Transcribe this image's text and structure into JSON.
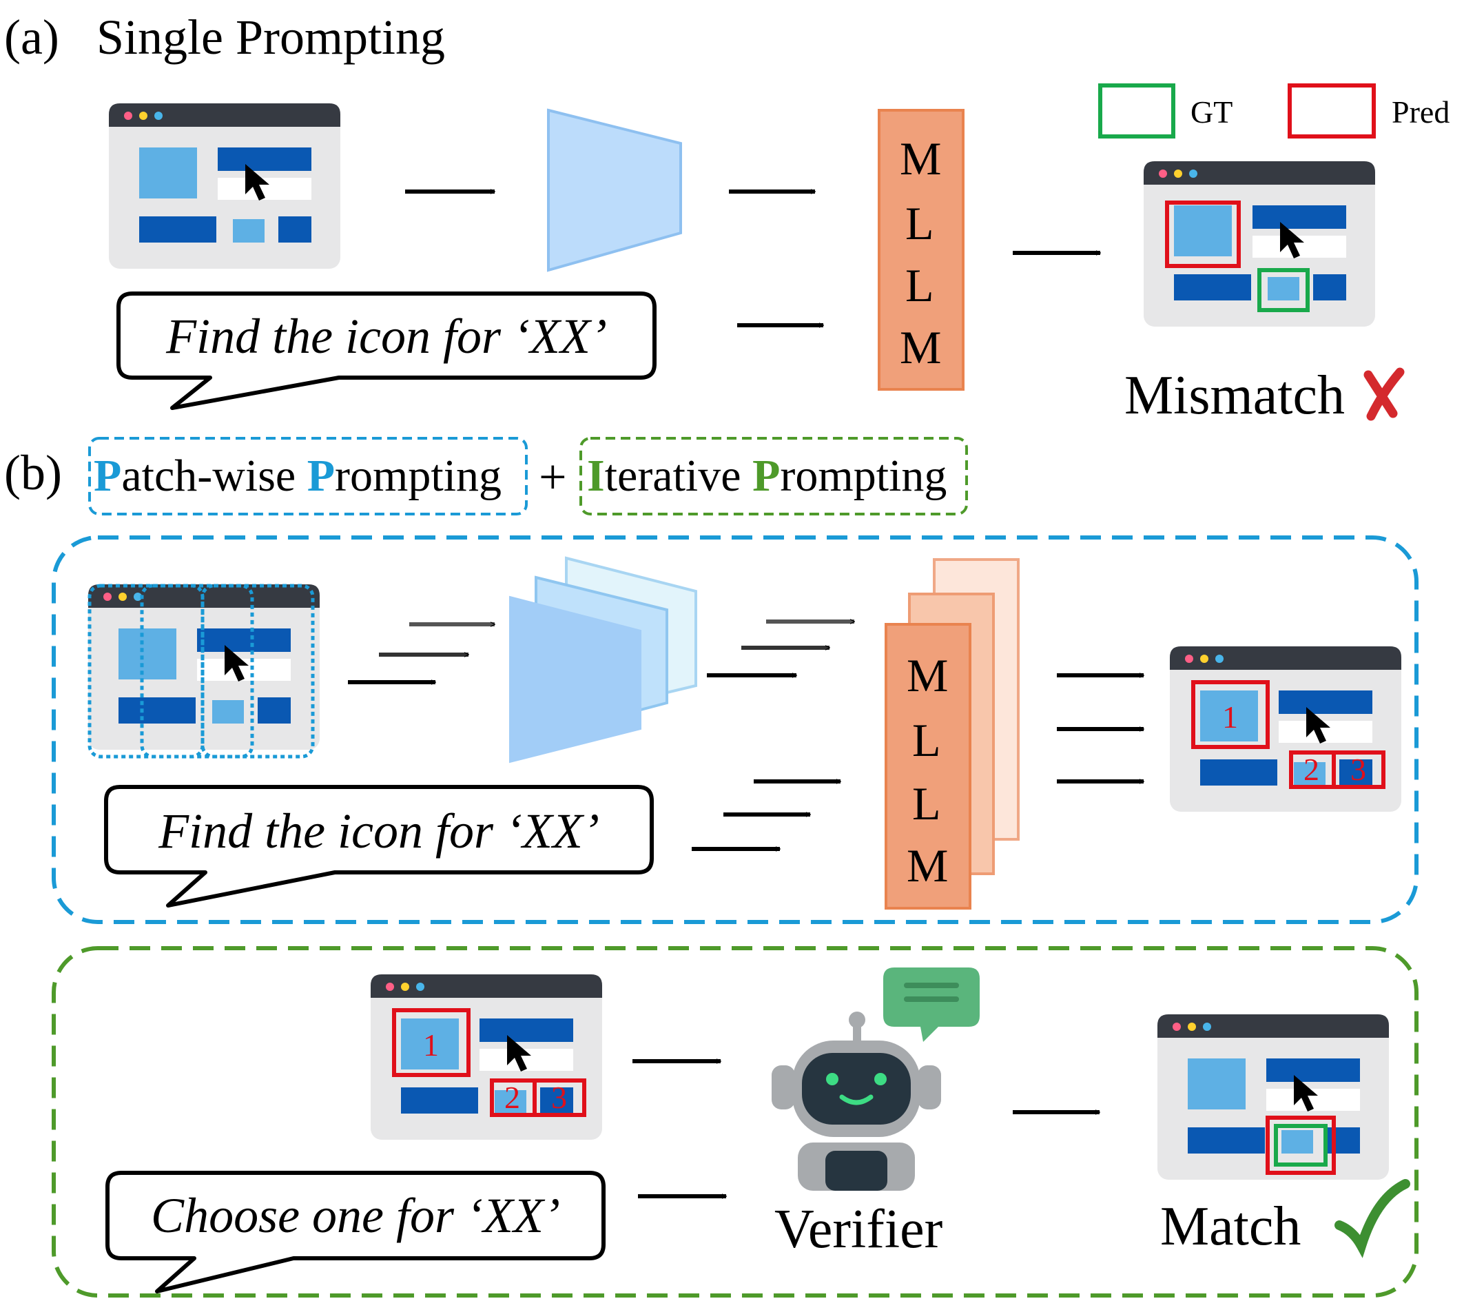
{
  "colors": {
    "blue_accent": "#1a9ad6",
    "green_accent": "#4e9a2a",
    "gt_green": "#19a94b",
    "pred_red": "#e0101a",
    "mllm_fill": "#f0a07a",
    "mllm_border": "#e9834f",
    "encoder_fill": "#bcdcfb",
    "ui_dark_blue": "#0a58b2",
    "ui_light_blue": "#5eb0e4"
  },
  "panel_a": {
    "label": "(a)",
    "title": "Single Prompting",
    "prompt": "Find the icon for ‘XX’",
    "mllm_letters": [
      "M",
      "L",
      "L",
      "M"
    ],
    "legend_gt": "GT",
    "legend_pred": "Pred",
    "result": "Mismatch",
    "result_icon": "cross-icon"
  },
  "panel_b": {
    "label": "(b)",
    "plus": "+",
    "patch": {
      "cap1": "P",
      "rest1": "atch-wise ",
      "cap2": "P",
      "rest2": "rompting"
    },
    "iter": {
      "cap1": "I",
      "rest1": "terative ",
      "cap2": "P",
      "rest2": "rompting"
    },
    "prompt": "Find the icon for ‘XX’",
    "mllm_letters": [
      "M",
      "L",
      "L",
      "M"
    ],
    "candidates": [
      "1",
      "2",
      "3"
    ],
    "verify_prompt": "Choose one for ‘XX’",
    "verifier_label": "Verifier",
    "result": "Match",
    "result_icon": "check-icon"
  }
}
